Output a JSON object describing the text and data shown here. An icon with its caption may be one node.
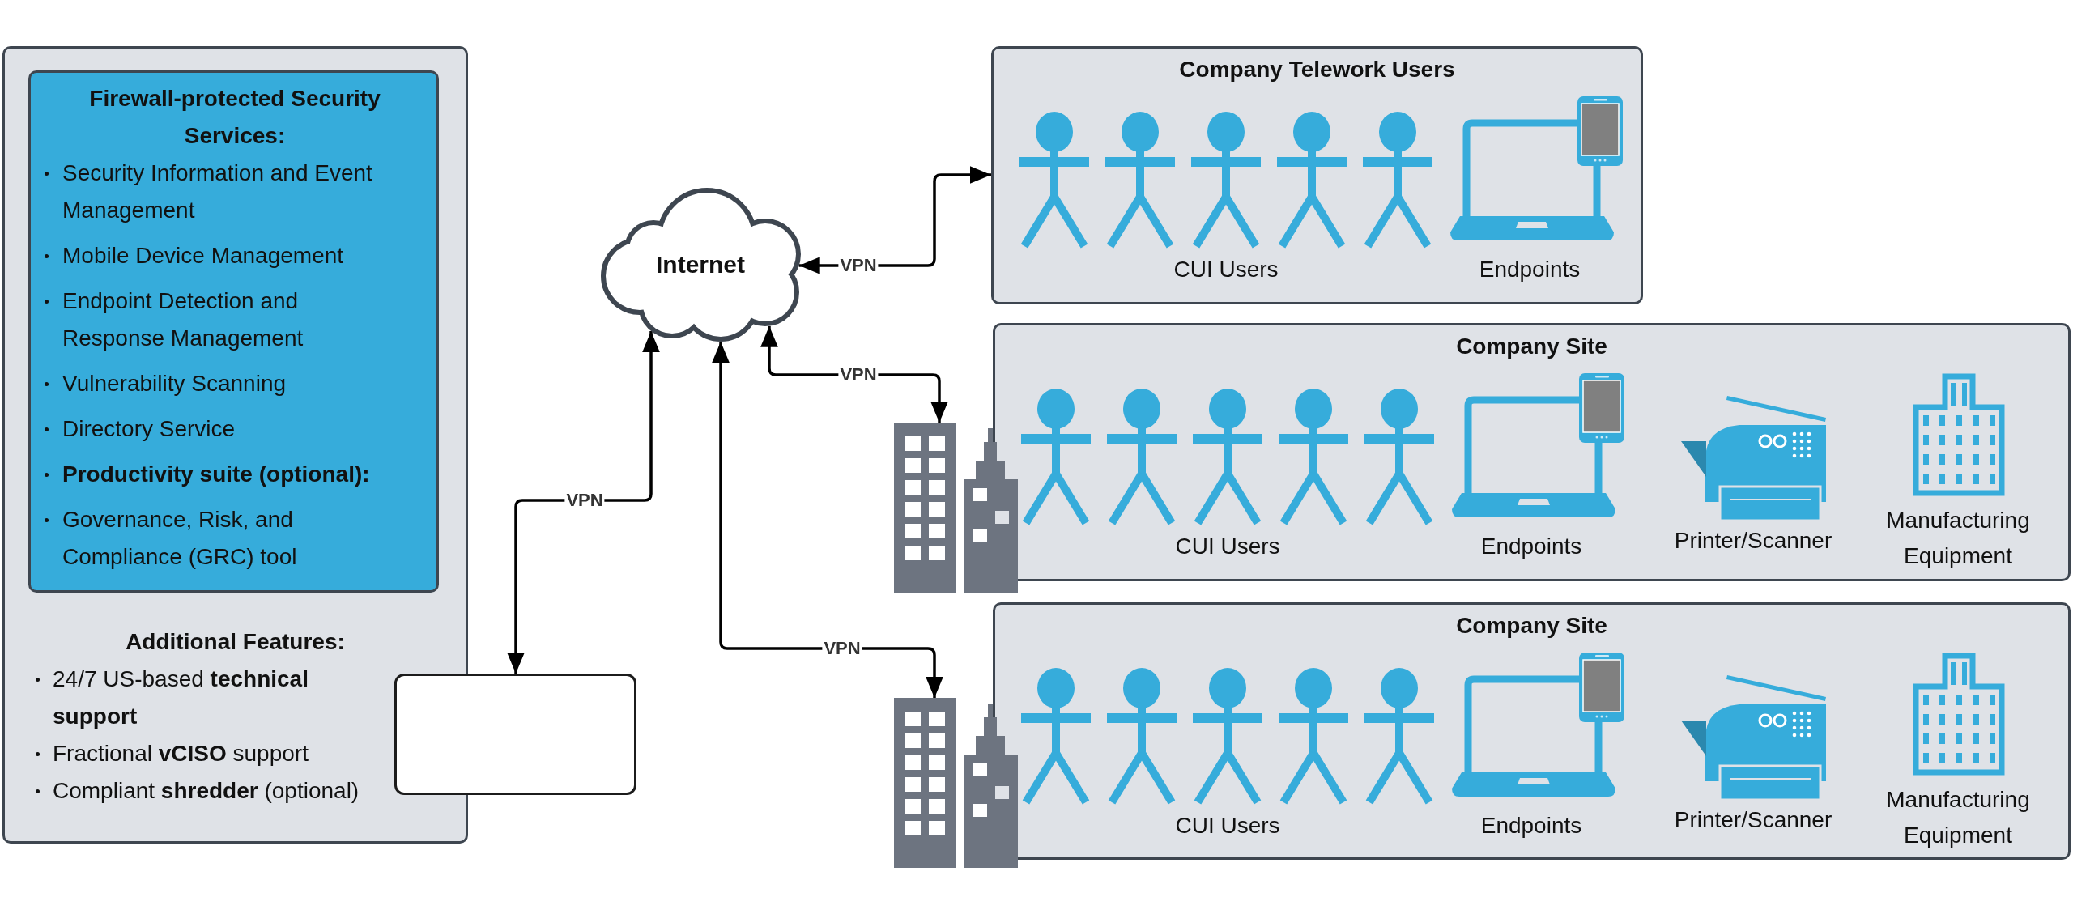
{
  "diagram": {
    "nodes": [
      {
        "text": [
          "Additional Features:",
          "24/7 US-based **technical support**",
          "Fractional **vCISO** support",
          "Compliant **shredder** (optional)"
        ]
      },
      {
        "text": [
          "Firewall-protected Security Services:",
          "Security Information and Event Management",
          "Mobile Device Management",
          "Endpoint Detection and Response Management",
          "Vulnerability Scanning",
          "Directory Service",
          "Productivity suite (optional):",
          "Governance, Risk, and Compliance (GRC) tool"
        ],
        "in": 0
      },
      {
        "text": [],
        "shape": "box"
      },
      {
        "text": [
          "Internet"
        ]
      },
      {
        "text": [
          "Company Telework Users",
          "CUI Users",
          "Endpoints"
        ]
      },
      {
        "text": [],
        "shape": "building"
      },
      {
        "text": [
          "Company Site",
          "CUI Users",
          "Endpoints",
          "Printer/Scanner",
          "Manufacturing Equipment"
        ]
      },
      {
        "text": [],
        "shape": "building"
      },
      {
        "text": [
          "Company Site",
          "CUI Users",
          "Endpoints",
          "Printer/Scanner",
          "Manufacturing Equipment"
        ]
      }
    ],
    "edges": [
      {
        "from": 3,
        "to": 4,
        "arrow": "both",
        "label": "VPN"
      },
      {
        "from": 3,
        "to": 5,
        "arrow": "both",
        "label": "VPN"
      },
      {
        "from": 3,
        "to": 7,
        "arrow": "both",
        "label": "VPN"
      },
      {
        "from": 3,
        "to": 2,
        "arrow": "both",
        "label": "VPN"
      }
    ]
  }
}
